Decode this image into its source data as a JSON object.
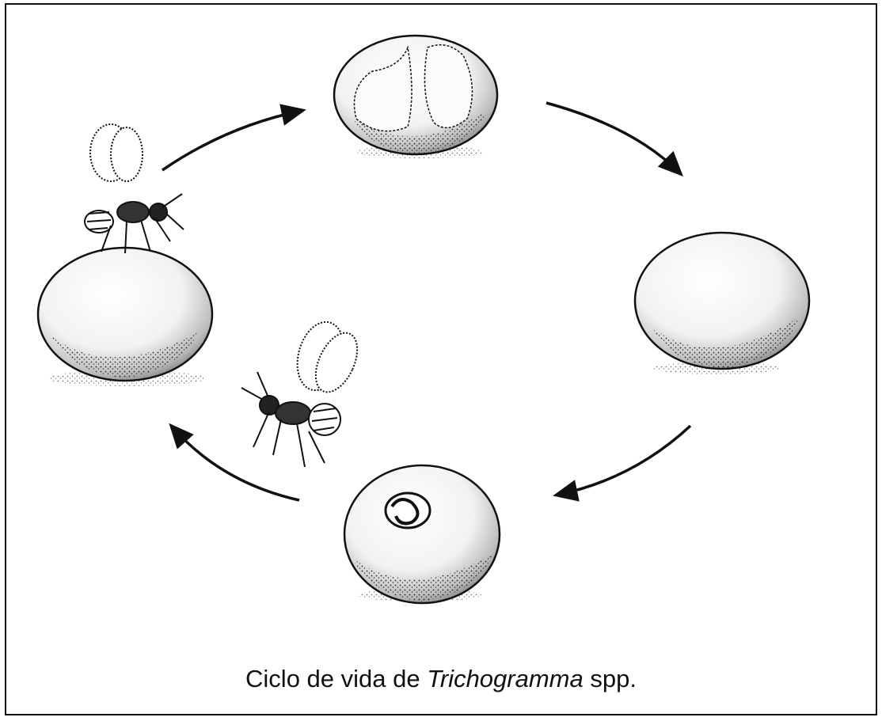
{
  "caption": {
    "prefix": "Ciclo de vida de ",
    "genus": "Trichogramma",
    "suffix": " spp."
  },
  "stages": [
    {
      "icon": "egg-with-adult-wasp-icon"
    },
    {
      "icon": "egg-with-pupae-icon"
    },
    {
      "icon": "egg-icon"
    },
    {
      "icon": "egg-with-larva-icon"
    }
  ],
  "colors": {
    "ink": "#111111",
    "paper": "#ffffff"
  }
}
